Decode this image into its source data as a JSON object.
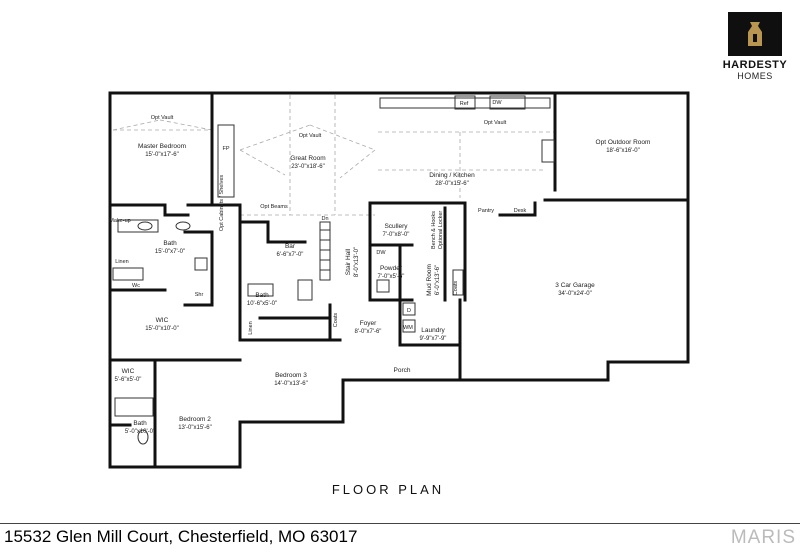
{
  "title": "FLOOR PLAN",
  "address": "15532 Glen Mill Court, Chesterfield, MO 63017",
  "watermark": "MARIS",
  "logo": {
    "brand": "HARDESTY",
    "sub": "HOMES"
  },
  "rooms": {
    "master": {
      "name": "Master Bedroom",
      "dim": "15'-0\"x17'-6\"",
      "note": "Opt Vault"
    },
    "great": {
      "name": "Great Room",
      "dim": "23'-0\"x18'-6\"",
      "note": "Opt Vault"
    },
    "dining": {
      "name": "Dining / Kitchen",
      "dim": "28'-0\"x15'-6\"",
      "note": "Opt Vault"
    },
    "outdoor": {
      "name": "Opt Outdoor Room",
      "dim": "18'-6\"x16'-0\""
    },
    "masterbath": {
      "name": "Bath",
      "dim": "15'-0\"x7'-0\""
    },
    "wic": {
      "name": "WIC",
      "dim": "15'-0\"x10'-0\""
    },
    "bar": {
      "name": "Bar",
      "dim": "6'-6\"x7'-0\""
    },
    "stair": {
      "name": "Stair Hall",
      "dim": "8'-0\"x13'-0\""
    },
    "scullery": {
      "name": "Scullery",
      "dim": "7'-0\"x8'-0\""
    },
    "powder": {
      "name": "Powder",
      "dim": "7'-0\"x5'-6\""
    },
    "mud": {
      "name": "Mud Room",
      "dim": "6'-0\"x13'-6\""
    },
    "garage": {
      "name": "3 Car Garage",
      "dim": "34'-0\"x24'-0\""
    },
    "bath2": {
      "name": "Bath",
      "dim": "10'-6\"x5'-0\""
    },
    "foyer": {
      "name": "Foyer",
      "dim": "8'-0\"x7'-6\""
    },
    "laundry": {
      "name": "Laundry",
      "dim": "9'-9\"x7'-9\""
    },
    "bed3": {
      "name": "Bedroom 3",
      "dim": "14'-0\"x13'-6\""
    },
    "wic2": {
      "name": "WIC",
      "dim": "5'-6\"x5'-0\""
    },
    "bed2": {
      "name": "Bedroom 2",
      "dim": "13'-0\"x15'-6\""
    },
    "bath3": {
      "name": "Bath",
      "dim": "5'-0\"x10'-0\""
    }
  },
  "labels": {
    "fp": "FP",
    "opt_cabinets": "Opt Cabinets / Shelves",
    "opt_beams": "Opt Beams",
    "dn": "Dn",
    "makeup": "Make-up",
    "linen": "Linen",
    "wc": "Wc",
    "shr": "Shr",
    "linen2": "Linen",
    "coats": "Coats",
    "coats2": "Coats",
    "dw": "DW",
    "dw2": "DW",
    "ref": "Ref",
    "pantry": "Pantry",
    "desk": "Desk",
    "bench": "Bench & Hooks",
    "locker": "Optional Locker",
    "porch": "Porch",
    "d": "D",
    "wm": "WM"
  }
}
